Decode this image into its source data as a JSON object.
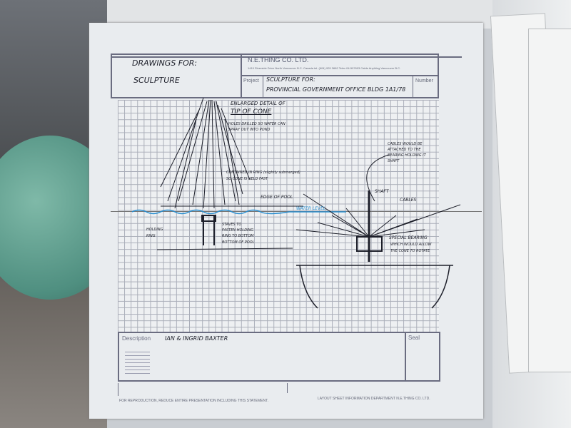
{
  "title_block": {
    "drawing_title_line1": "DRAWINGS FOR:",
    "drawing_title_line2": "SCULPTURE",
    "company": "N.E.THING CO. LTD.",
    "company_address": "1419 Riverside Drive North Vancouver B.C. Canada   tel. (604) 929 3682 Telex 04-507603 Cable Anything Vancouver B.C.",
    "project_label": "Project",
    "project_line1": "SCULPTURE FOR:",
    "project_line2": "PROVINCIAL GOVERNMENT OFFICE BLDG 1A1/78",
    "number_label": "Number"
  },
  "annotations": {
    "enlarged": "ENLARGED DETAIL OF",
    "tip": "TIP OF CONE",
    "holes1": "HOLES DRILLED SO WATER CAN",
    "holes2": "SPRAY OUT INTO POND",
    "ring1": "CONTAINED IN RING (slightly submerged)",
    "ring2": "SO CONE IS HELD FAST",
    "edge": "EDGE OF POOL",
    "water": "WATER LEVEL",
    "holding1": "HOLDING",
    "holding2": "RING",
    "staves1": "STAVES TO",
    "staves2": "FASTEN HOLDING",
    "staves3": "RING TO BOTTOM",
    "bottom": "BOTTOM OF POOL",
    "cables_top1": "CABLES WOULD BE",
    "cables_top2": "ATTACHED TO THE",
    "cables_top3": "BEARING HOLDING IT",
    "cables_top4": "SHAFT",
    "shaft": "SHAFT",
    "cables": "CABLES",
    "bearing1": "SPECIAL BEARING",
    "bearing2": "WHICH WOULD ALLOW",
    "bearing3": "THE CONE TO ROTATE"
  },
  "description": {
    "label": "Description",
    "value": "IAN & INGRID BAXTER",
    "seal_label": "Seal"
  },
  "footer": {
    "left": "FOR REPRODUCTION, REDUCE ENTIRE PRESENTATION INCLUDING THIS STATEMENT.",
    "right": "LAYOUT SHEET    INFORMATION DEPARTMENT  N.E.THING CO. LTD."
  },
  "colors": {
    "water": "#2a8fd0",
    "ink": "#1d1f2a",
    "frame": "#6a6c80"
  }
}
